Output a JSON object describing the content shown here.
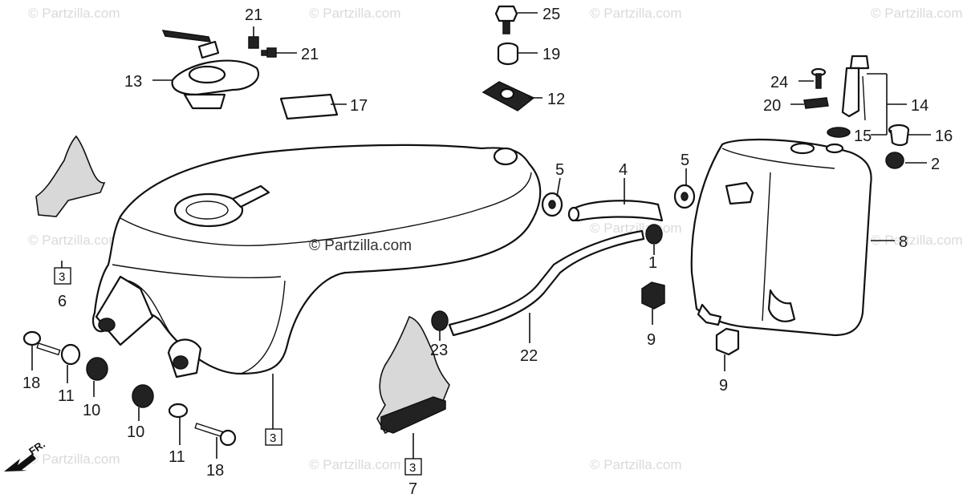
{
  "watermarks": [
    "© Partzilla.com",
    "© Partzilla.com",
    "© Partzilla.com",
    "© Partzilla.com",
    "© Partzilla.com",
    "© Partzilla.com",
    "© Partzilla.com",
    "© Partzilla.com",
    "© Partzilla.com",
    "© Partzilla.com"
  ],
  "center_watermark": "© Partzilla.com",
  "direction_label": "FR.",
  "callouts": {
    "p1": "1",
    "p2": "2",
    "p3a": "3",
    "p3b": "3",
    "p3c": "3",
    "p4": "4",
    "p5a": "5",
    "p5b": "5",
    "p6": "6",
    "p7": "7",
    "p8": "8",
    "p9a": "9",
    "p9b": "9",
    "p10a": "10",
    "p10b": "10",
    "p11a": "11",
    "p11b": "11",
    "p12": "12",
    "p13": "13",
    "p14": "14",
    "p15": "15",
    "p16": "16",
    "p17": "17",
    "p18a": "18",
    "p18b": "18",
    "p19": "19",
    "p20": "20",
    "p21a": "21",
    "p21b": "21",
    "p22": "22",
    "p23": "23",
    "p24": "24",
    "p25": "25"
  }
}
